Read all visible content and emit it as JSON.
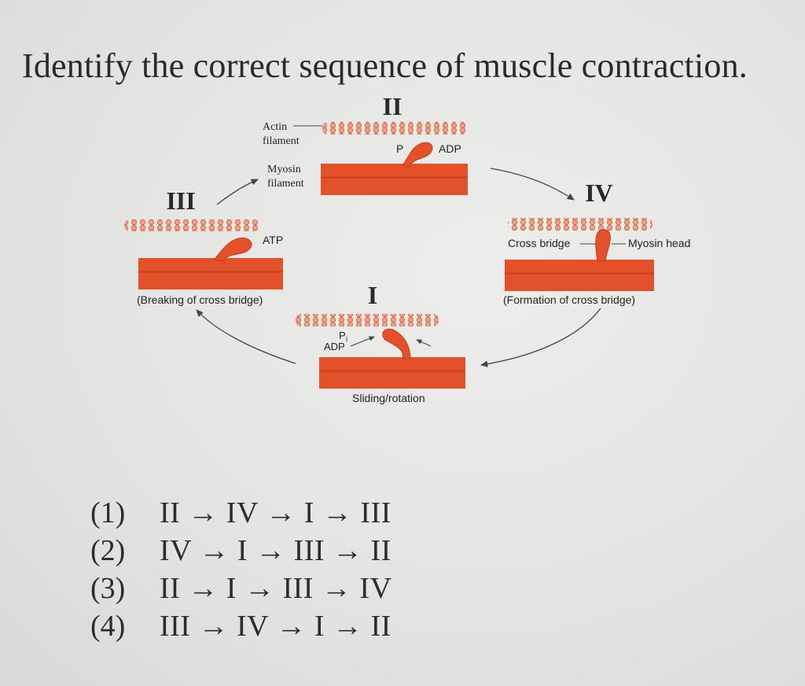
{
  "question": "Identify the correct sequence of muscle contraction.",
  "diagram": {
    "stages": {
      "I": "I",
      "II": "II",
      "III": "III",
      "IV": "IV"
    },
    "labels": {
      "actin_filament_1": "Actin",
      "actin_filament_2": "filament",
      "myosin_filament_1": "Myosin",
      "myosin_filament_2": "filament",
      "p": "P",
      "adp_top": "ADP",
      "atp": "ATP",
      "cross_bridge": "Cross bridge",
      "myosin_head": "Myosin head",
      "breaking": "(Breaking of cross bridge)",
      "formation": "(Formation of cross bridge)",
      "pi": "P",
      "pi_sub": "i",
      "adp_bottom": "ADP",
      "sliding": "Sliding/rotation"
    },
    "colors": {
      "filament": "#e2512a",
      "filament_dark": "#c53e1c",
      "actin": "#ee9a7c",
      "actin_edge": "#c8603e",
      "arrow": "#444444"
    }
  },
  "options": [
    {
      "num": "(1)",
      "seq": "II → IV → I → III"
    },
    {
      "num": "(2)",
      "seq": "IV → I → III → II"
    },
    {
      "num": "(3)",
      "seq": "II → I → III → IV"
    },
    {
      "num": "(4)",
      "seq": "III → IV → I → II"
    }
  ]
}
